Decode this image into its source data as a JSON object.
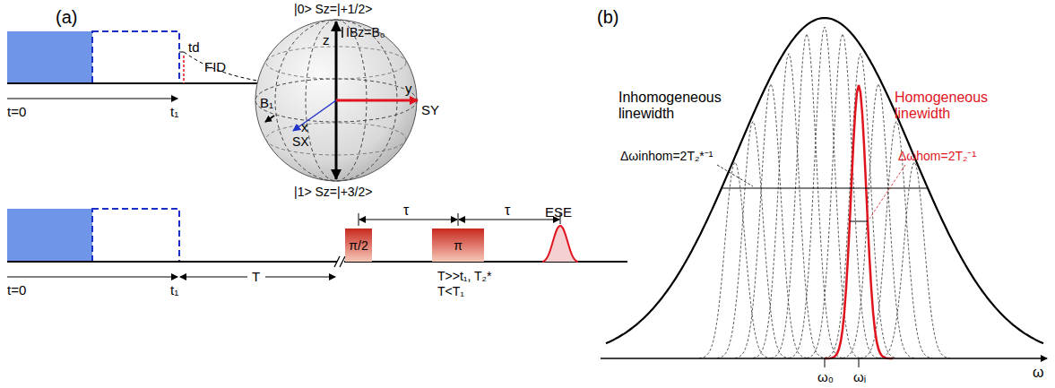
{
  "diagram": {
    "nodes": [
      {
        "text": [
          "π/2"
        ]
      },
      {
        "text": [
          "π"
        ]
      }
    ],
    "labels": [
      "(a)",
      "td",
      "FID",
      "t=0",
      "t₁",
      "|0> Sz=|+1/2>",
      "z",
      "IBz=B₀",
      "B₁",
      "y",
      "SY",
      "x",
      "SX",
      "|1> Sz=|+3/2>",
      "t=0",
      "t₁",
      "T",
      "τ",
      "τ",
      "ESE",
      "T>>t₁, T₂*",
      "T<T₁",
      "(b)",
      "Inhomogeneous linewidth",
      "Homogeneous linewidth",
      "Δωinhom=2T₂*⁻¹",
      "Δωhom=2T₂⁻¹",
      "ω₀",
      "ωᵢ",
      "ω"
    ]
  }
}
